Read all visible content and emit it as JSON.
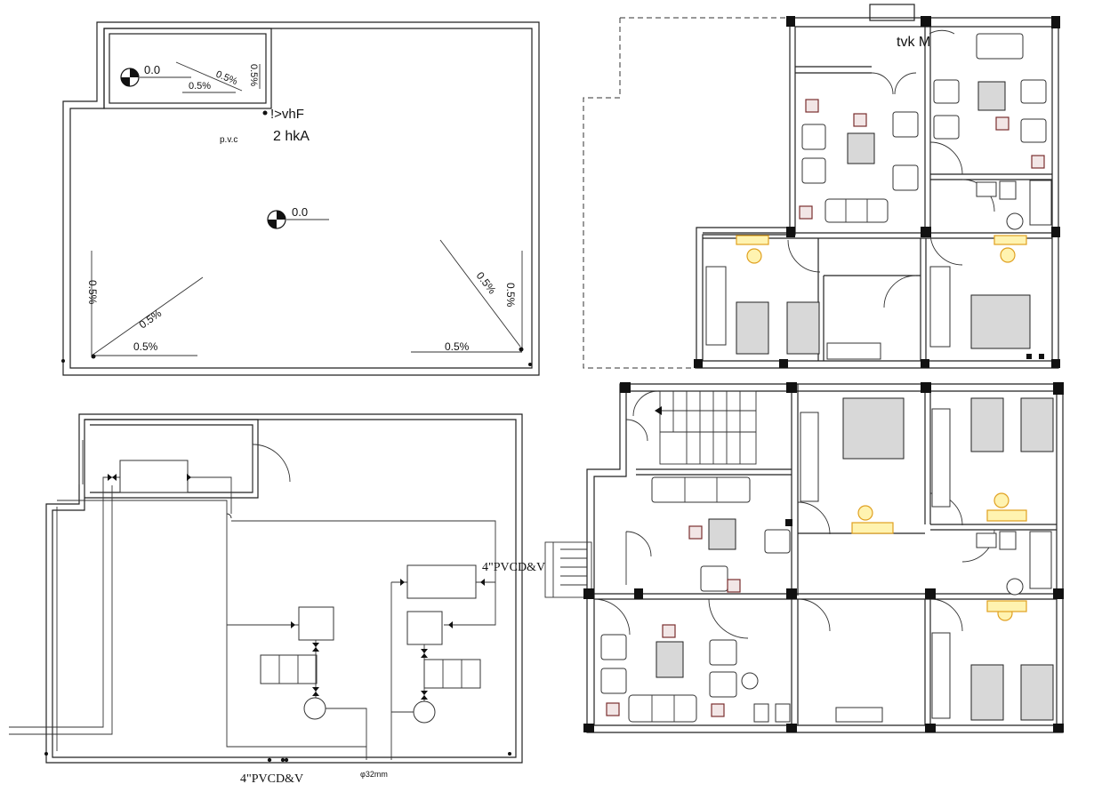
{
  "roof_plan": {
    "levels": [
      "0.0",
      "0.0"
    ],
    "slopes": [
      "0.5%",
      "0.5%",
      "0.5%",
      "0.5%",
      "0.5%",
      "0.5%",
      "0.5%",
      "0.5%",
      "0.5%"
    ],
    "note_pipe": "p.v.c",
    "note_code_1": "!>vhF",
    "note_code_2": "2   hkA"
  },
  "plumbing_plan": {
    "pipe_label_right": "4\"PVCD&V",
    "pipe_label_bottom": "4\"PVCD&V",
    "pipe_size": "φ32mm"
  },
  "floor_plan_top": {
    "room_label": "tvk M"
  },
  "colors": {
    "line": "#222222",
    "accent": "#7a2e2e",
    "fixture": "#e0a020"
  }
}
